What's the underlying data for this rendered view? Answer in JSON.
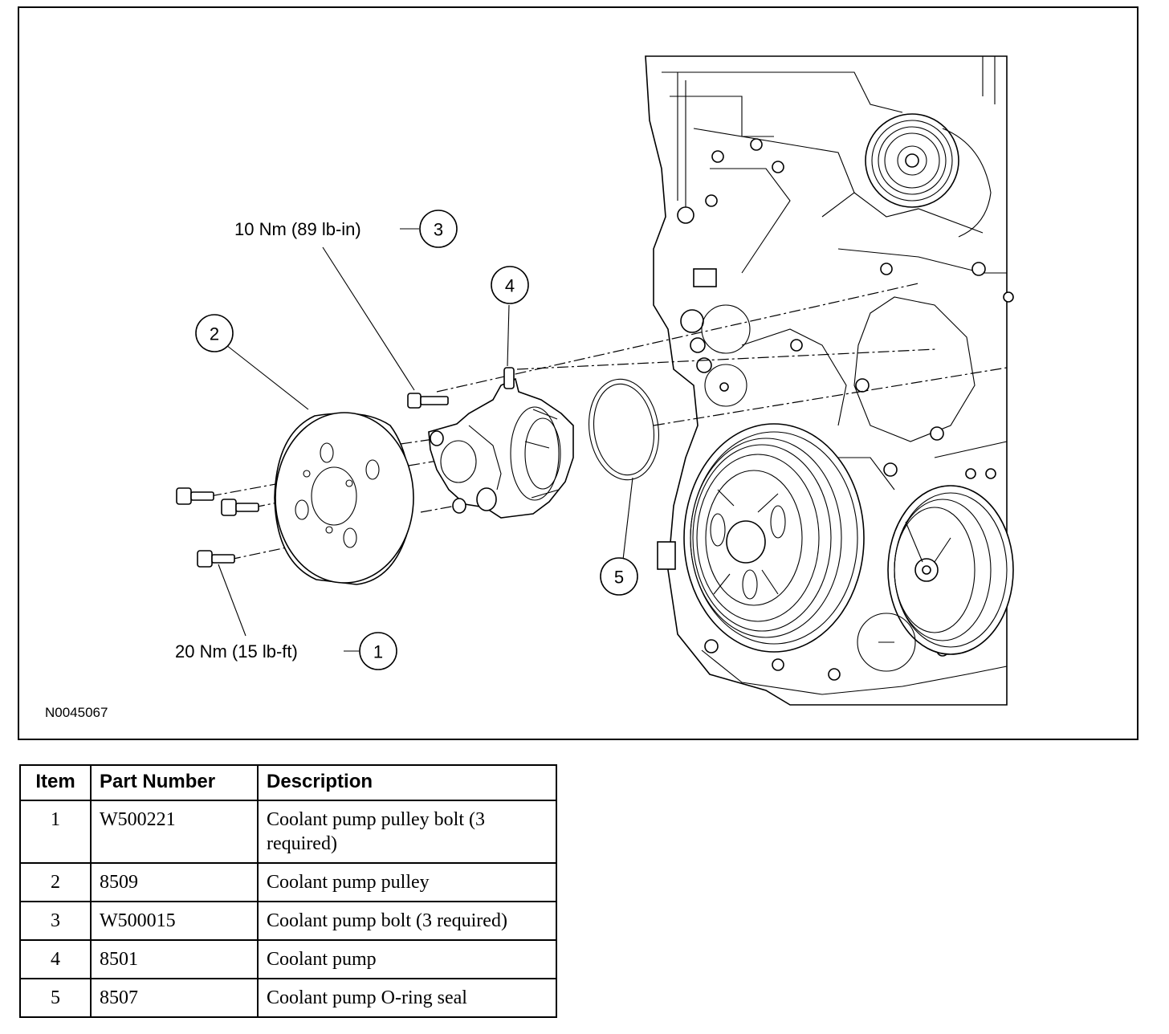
{
  "figure": {
    "id_label": "N0045067",
    "callouts": [
      {
        "num": "1",
        "torque": "20 Nm (15 lb-ft)"
      },
      {
        "num": "2",
        "torque": ""
      },
      {
        "num": "3",
        "torque": "10 Nm (89 lb-in)"
      },
      {
        "num": "4",
        "torque": ""
      },
      {
        "num": "5",
        "torque": ""
      }
    ]
  },
  "table": {
    "headers": {
      "item": "Item",
      "part_number": "Part Number",
      "description": "Description"
    },
    "rows": [
      {
        "item": "1",
        "part_number": "W500221",
        "description": "Coolant pump pulley bolt (3 required)"
      },
      {
        "item": "2",
        "part_number": "8509",
        "description": "Coolant pump pulley"
      },
      {
        "item": "3",
        "part_number": "W500015",
        "description": "Coolant pump bolt (3 required)"
      },
      {
        "item": "4",
        "part_number": "8501",
        "description": "Coolant pump"
      },
      {
        "item": "5",
        "part_number": "8507",
        "description": "Coolant pump O-ring seal"
      }
    ]
  }
}
